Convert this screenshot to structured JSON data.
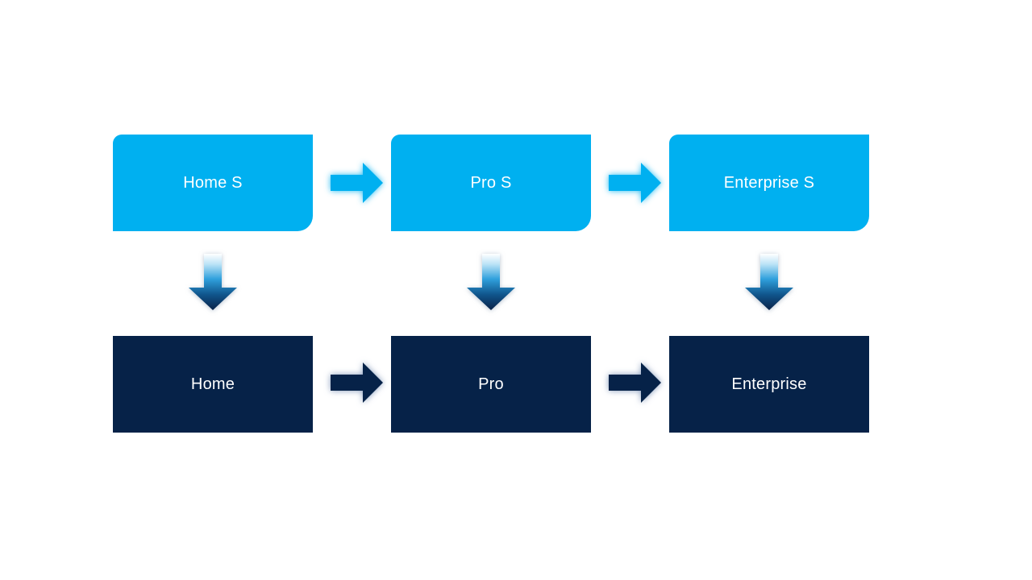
{
  "diagram": {
    "description": "Two-row upgrade flow diagram",
    "top_row": [
      {
        "label": "Home S"
      },
      {
        "label": "Pro S"
      },
      {
        "label": "Enterprise S"
      }
    ],
    "bottom_row": [
      {
        "label": "Home"
      },
      {
        "label": "Pro"
      },
      {
        "label": "Enterprise"
      }
    ],
    "icons": {
      "right_arrow_top": "arrow-right-icon (cyan, glowing)",
      "right_arrow_bottom": "arrow-right-icon (navy, glowing)",
      "down_arrow": "arrow-down-icon (white-to-navy gradient)"
    },
    "colors": {
      "top_box_fill": "#00B0F0",
      "bottom_box_fill": "#062248",
      "box_text": "#FFFFFF",
      "down_arrow_gradient": [
        "#FFFFFF",
        "#8FD0EF",
        "#1D95D3",
        "#0F4C86",
        "#0A2248"
      ],
      "background": "#FFFFFF"
    }
  }
}
